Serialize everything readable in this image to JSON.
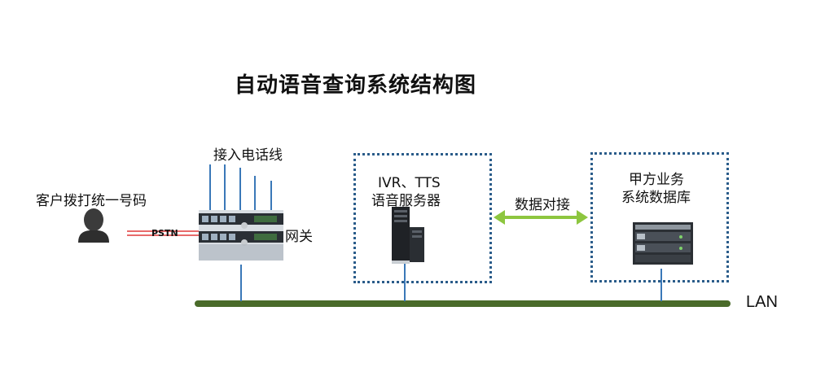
{
  "title": "自动语音查询系统结构图",
  "caller": {
    "label": "客户拨打统一号码"
  },
  "pstn": {
    "label": "PSTN"
  },
  "gateway": {
    "phone_lines_label": "接入电话线",
    "label": "网关"
  },
  "ivr_server": {
    "label_line1": "IVR、TTS",
    "label_line2": "语音服务器"
  },
  "link": {
    "label": "数据对接"
  },
  "db_system": {
    "label_line1": "甲方业务",
    "label_line2": "系统数据库"
  },
  "network": {
    "label": "LAN"
  },
  "colors": {
    "lan_bus": "#4a6b2a",
    "link_arrow": "#8dc63f",
    "dotted_border": "#2a5c8a",
    "connector": "#3a78b8",
    "pstn_line": "#e03a3a"
  }
}
